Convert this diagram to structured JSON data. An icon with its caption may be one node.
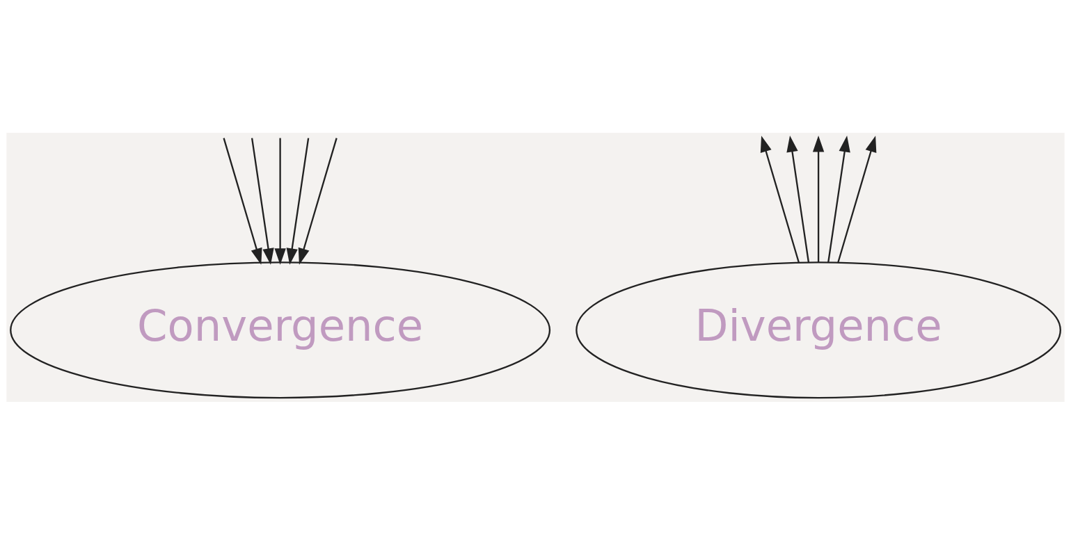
{
  "diagram": {
    "nodes": [
      {
        "text": [
          "Convergence"
        ]
      },
      {
        "text": [
          "Divergence"
        ]
      }
    ],
    "edges": [
      {
        "from": null,
        "to": 0,
        "arrow": "to"
      },
      {
        "from": null,
        "to": 0,
        "arrow": "to"
      },
      {
        "from": null,
        "to": 0,
        "arrow": "to"
      },
      {
        "from": null,
        "to": 0,
        "arrow": "to"
      },
      {
        "from": null,
        "to": 0,
        "arrow": "to"
      },
      {
        "from": 1,
        "to": null,
        "arrow": "to"
      },
      {
        "from": 1,
        "to": null,
        "arrow": "to"
      },
      {
        "from": 1,
        "to": null,
        "arrow": "to"
      },
      {
        "from": 1,
        "to": null,
        "arrow": "to"
      },
      {
        "from": 1,
        "to": null,
        "arrow": "to"
      }
    ]
  }
}
